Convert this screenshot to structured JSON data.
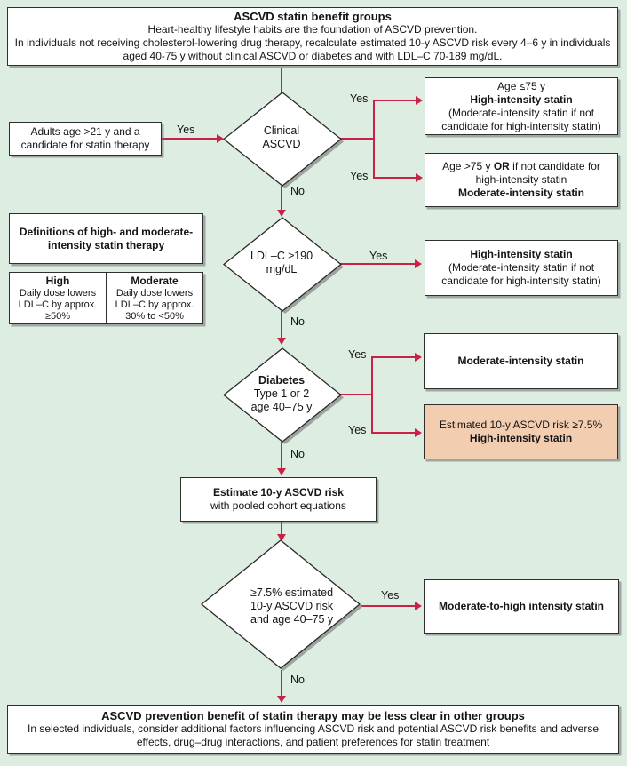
{
  "labels": {
    "yes": "Yes",
    "no": "No"
  },
  "header": {
    "title": "ASCVD statin benefit groups",
    "line1": "Heart-healthy lifestyle habits are the foundation of ASCVD prevention.",
    "line2": "In individuals not receiving cholesterol-lowering drug therapy, recalculate estimated 10-y ASCVD risk every 4–6 y in individuals aged 40-75 y without clinical ASCVD or diabetes and with LDL–C 70-189 mg/dL."
  },
  "entry_box": {
    "text": "Adults age >21 y and a candidate for statin therapy"
  },
  "definitions": {
    "title": "Definitions of high- and moderate-intensity statin therapy",
    "columns": [
      {
        "header": "High",
        "body": "Daily dose lowers LDL–C by approx.",
        "value": "≥50%"
      },
      {
        "header": "Moderate",
        "body": "Daily dose lowers LDL–C by approx.",
        "value": "30% to <50%"
      }
    ]
  },
  "diamonds": {
    "clinical_ascvd": {
      "line1": "Clinical",
      "line2": "ASCVD"
    },
    "ldl": {
      "line1": "LDL–C ≥190",
      "line2": "mg/dL"
    },
    "diabetes": {
      "line1": "Diabetes",
      "line2": "Type 1 or 2",
      "line3": "age 40–75 y"
    },
    "risk": {
      "line1": "≥7.5% estimated",
      "line2": "10-y ASCVD risk",
      "line3": "and age 40–75 y"
    }
  },
  "outcomes": {
    "age_le75": {
      "line1": "Age ≤75 y",
      "line2": "High-intensity statin",
      "line3": "(Moderate-intensity statin if not candidate for high-intensity statin)"
    },
    "age_gt75": {
      "pre": "Age >75 y ",
      "bold": "OR",
      "post": " if not candidate for high-intensity statin",
      "line2": "Moderate-intensity statin"
    },
    "high_intensity": {
      "line1": "High-intensity statin",
      "line2": "(Moderate-intensity statin if not candidate for high-intensity statin)"
    },
    "moderate_intensity": {
      "line1": "Moderate-intensity statin"
    },
    "estimated_risk": {
      "line1": "Estimated 10-y ASCVD risk ≥7.5%",
      "line2": "High-intensity statin"
    },
    "moderate_to_high": {
      "line1": "Moderate-to-high intensity statin"
    }
  },
  "estimate_box": {
    "line1": "Estimate 10-y ASCVD risk",
    "line2": "with pooled cohort equations"
  },
  "footer": {
    "title": "ASCVD prevention benefit of statin therapy may be less clear in other groups",
    "body": "In selected individuals, consider additional factors influencing ASCVD risk and potential ASCVD risk benefits and adverse effects, drug–drug interactions, and patient preferences for statin treatment"
  },
  "colors": {
    "background": "#deede2",
    "arrow": "#c92148",
    "box_bg": "#ffffff",
    "highlight_bg": "#f3cdb0",
    "border": "#2f2f2f"
  }
}
